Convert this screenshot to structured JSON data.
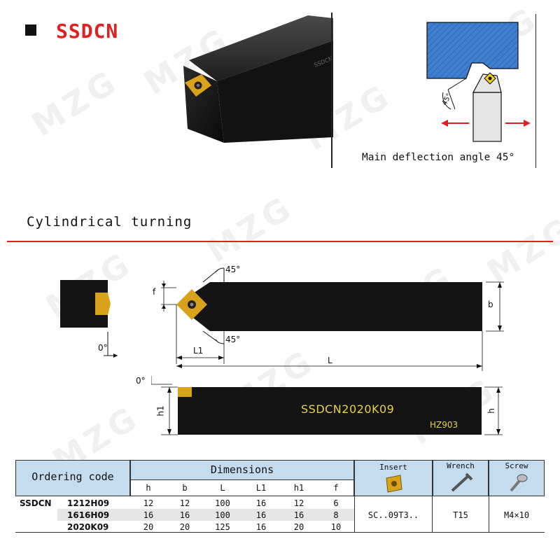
{
  "header": {
    "title": "SSDCN"
  },
  "diagram": {
    "angle_caption": "Main deflection angle 45°",
    "angle_mark": "45°",
    "shank_engraving": "SSDCN"
  },
  "section": {
    "label": "Cylindrical turning"
  },
  "drawing": {
    "angle_top": "45°",
    "angle_bottom": "45°",
    "angle_side": "0°",
    "angle_side_view": "0°",
    "label_f": "f",
    "label_b": "b",
    "label_L1": "L1",
    "label_L": "L",
    "label_h1": "h1",
    "label_h": "h",
    "tool_code": "SSDCN2020K09",
    "tool_grade": "HZ903"
  },
  "watermark": "MZG",
  "table": {
    "ordering_code_label": "Ordering code",
    "dimensions_label": "Dimensions",
    "insert_label": "Insert",
    "wrench_label": "Wrench",
    "screw_label": "Screw",
    "columns": [
      "h",
      "b",
      "L",
      "L1",
      "h1",
      "f"
    ],
    "series": "SSDCN",
    "rows": [
      {
        "code": "1212H09",
        "values": [
          "12",
          "12",
          "100",
          "16",
          "12",
          "6"
        ]
      },
      {
        "code": "1616H09",
        "values": [
          "16",
          "16",
          "100",
          "16",
          "16",
          "8"
        ]
      },
      {
        "code": "2020K09",
        "values": [
          "20",
          "20",
          "125",
          "16",
          "20",
          "10"
        ]
      }
    ],
    "insert_value": "SC..09T3..",
    "wrench_value": "T15",
    "screw_value": "M4×10"
  },
  "colors": {
    "accent_red": "#e02020",
    "table_header_blue": "#c5dcef",
    "insert_gold": "#d9a21b",
    "workpiece_blue": "#3f7fd0"
  }
}
